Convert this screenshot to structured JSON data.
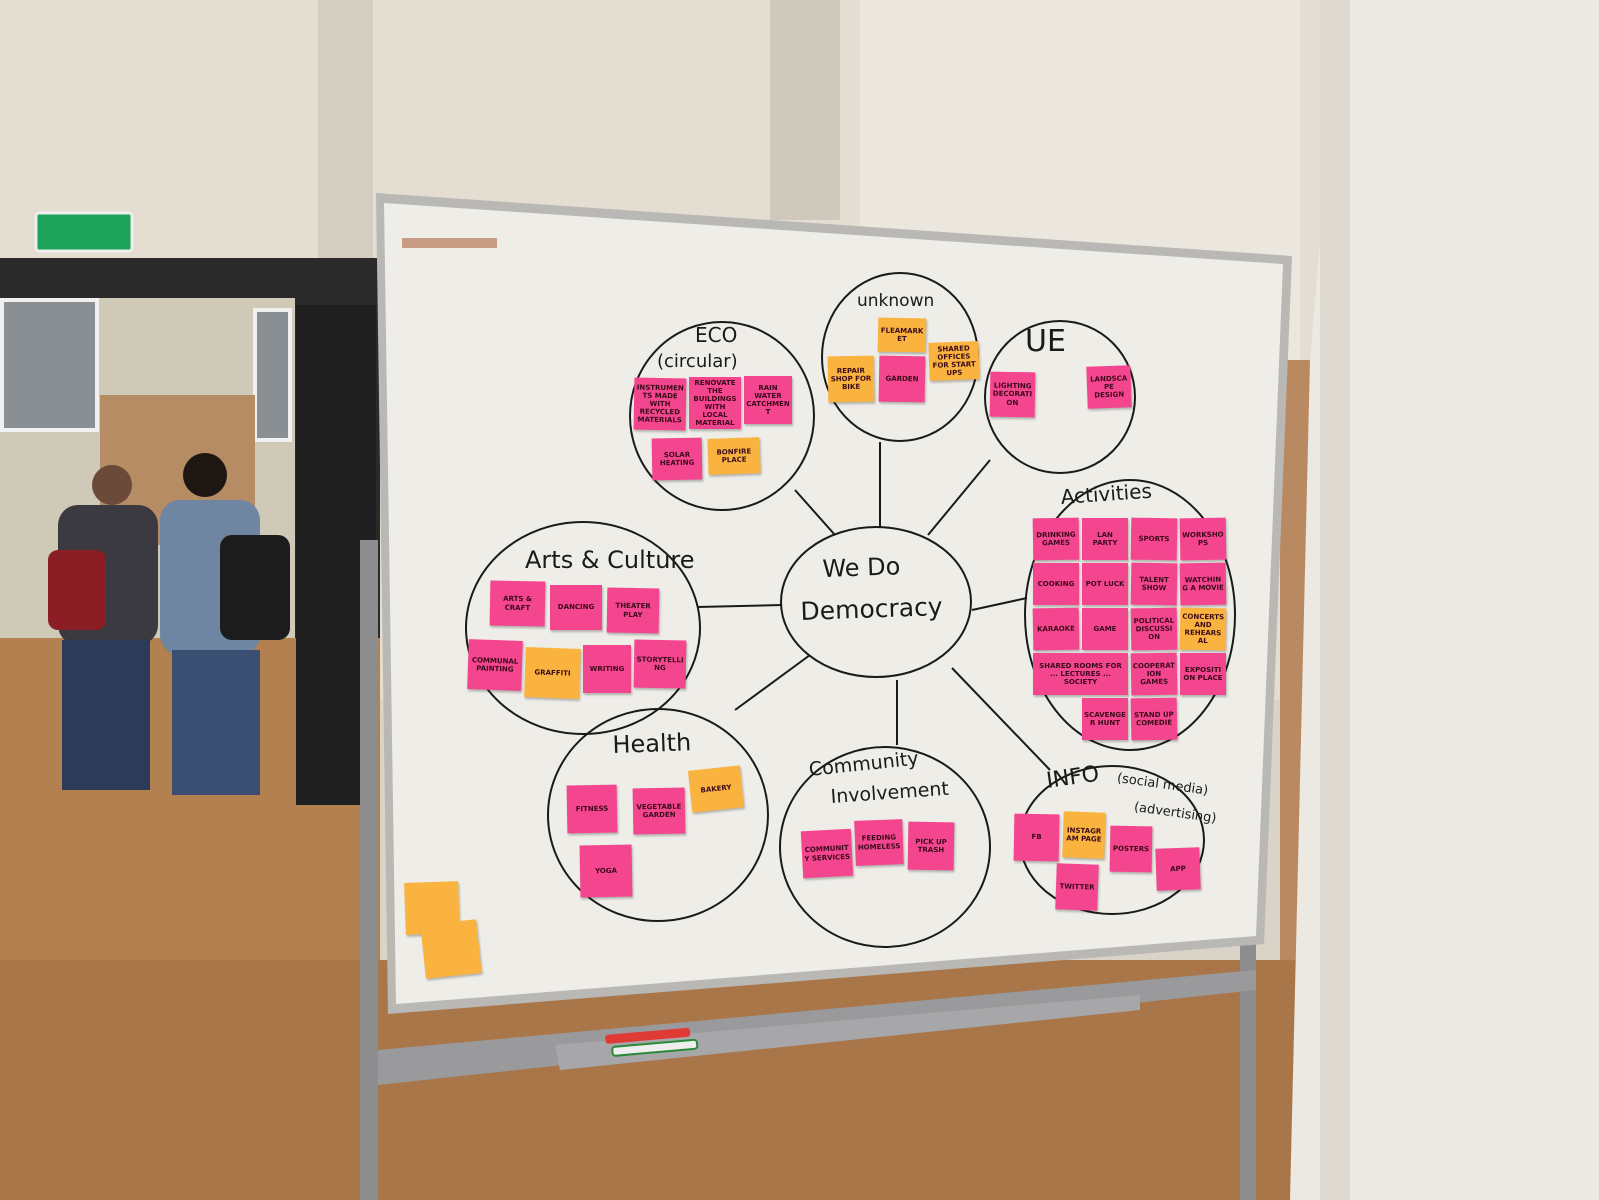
{
  "colors": {
    "pink": "#f4468f",
    "yellow": "#fbb33f",
    "board": "#eeede8",
    "ink": "#1a1a1a"
  },
  "exit_sign": "exit-sign-icon",
  "center": {
    "line1": "We Do",
    "line2": "Democracy"
  },
  "clusters": [
    {
      "id": "eco",
      "label": "ECO",
      "sublabel": "(circular)",
      "notes": [
        {
          "text": "Instruments made with recycled materials",
          "color": "pink"
        },
        {
          "text": "Renovate the buildings with local material",
          "color": "pink"
        },
        {
          "text": "Rain water catchment",
          "color": "pink"
        },
        {
          "text": "Solar heating",
          "color": "pink"
        },
        {
          "text": "Bonfire place",
          "color": "yellow"
        }
      ]
    },
    {
      "id": "unknown",
      "label": "unknown",
      "notes": [
        {
          "text": "Fleamarket",
          "color": "yellow"
        },
        {
          "text": "Repair shop for bike",
          "color": "yellow"
        },
        {
          "text": "Shared offices for start ups",
          "color": "yellow"
        },
        {
          "text": "Garden",
          "color": "pink"
        }
      ]
    },
    {
      "id": "ue",
      "label": "UE",
      "notes": [
        {
          "text": "lighting decoration",
          "color": "pink"
        },
        {
          "text": "Landscape design",
          "color": "pink"
        }
      ]
    },
    {
      "id": "activities",
      "label": "Activities",
      "notes": [
        {
          "text": "Drinking games",
          "color": "pink"
        },
        {
          "text": "LAN party",
          "color": "pink"
        },
        {
          "text": "Sports",
          "color": "pink"
        },
        {
          "text": "Workshops",
          "color": "pink"
        },
        {
          "text": "Cooking",
          "color": "pink"
        },
        {
          "text": "Pot luck",
          "color": "pink"
        },
        {
          "text": "Talent show",
          "color": "pink"
        },
        {
          "text": "Watching a movie",
          "color": "pink"
        },
        {
          "text": "Game",
          "color": "pink"
        },
        {
          "text": "Political discussion",
          "color": "pink"
        },
        {
          "text": "Karaoke",
          "color": "pink"
        },
        {
          "text": "Concerts and rehearsal",
          "color": "yellow"
        },
        {
          "text": "Shared rooms for ... lectures ... society",
          "color": "pink"
        },
        {
          "text": "Cooperation games",
          "color": "pink"
        },
        {
          "text": "Exposition place",
          "color": "pink"
        },
        {
          "text": "Scavenger hunt",
          "color": "pink"
        },
        {
          "text": "Stand up comedie",
          "color": "pink"
        }
      ]
    },
    {
      "id": "arts",
      "label": "Arts & Culture",
      "notes": [
        {
          "text": "Arts & craft",
          "color": "pink"
        },
        {
          "text": "Dancing",
          "color": "pink"
        },
        {
          "text": "Theater play",
          "color": "pink"
        },
        {
          "text": "Communal painting",
          "color": "pink"
        },
        {
          "text": "Graffiti",
          "color": "yellow"
        },
        {
          "text": "Writing",
          "color": "pink"
        },
        {
          "text": "StoryTelling",
          "color": "pink"
        }
      ]
    },
    {
      "id": "health",
      "label": "Health",
      "notes": [
        {
          "text": "Fitness",
          "color": "pink"
        },
        {
          "text": "Vegetable garden",
          "color": "pink"
        },
        {
          "text": "Bakery",
          "color": "yellow"
        },
        {
          "text": "yoga",
          "color": "pink"
        }
      ]
    },
    {
      "id": "community",
      "label": "Community",
      "sublabel": "Involvement",
      "notes": [
        {
          "text": "Community services",
          "color": "pink"
        },
        {
          "text": "Feeding homeless",
          "color": "pink"
        },
        {
          "text": "Pick up trash",
          "color": "pink"
        }
      ]
    },
    {
      "id": "info",
      "label": "INFO",
      "sublabel": "(social media)",
      "sublabel2": "(advertising)",
      "notes": [
        {
          "text": "FB",
          "color": "pink"
        },
        {
          "text": "Instagram page",
          "color": "yellow"
        },
        {
          "text": "Posters",
          "color": "pink"
        },
        {
          "text": "App",
          "color": "pink"
        },
        {
          "text": "Twitter",
          "color": "pink"
        }
      ]
    }
  ],
  "loose_notes": [
    {
      "color": "yellow"
    },
    {
      "color": "yellow"
    }
  ]
}
